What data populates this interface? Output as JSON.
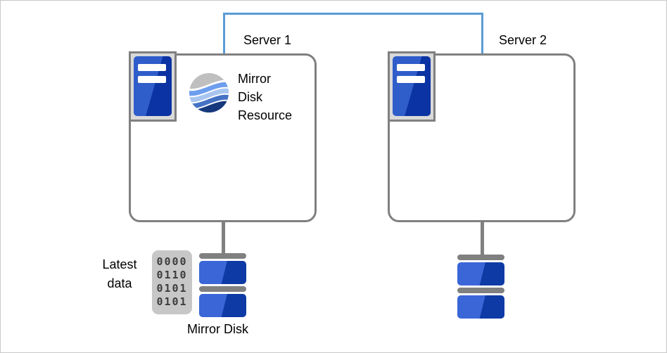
{
  "servers": [
    {
      "label": "Server 1"
    },
    {
      "label": "Server 2"
    }
  ],
  "mirror_disk_resource": {
    "lines": [
      "Mirror",
      "Disk",
      "Resource"
    ]
  },
  "latest_data": {
    "lines": [
      "Latest",
      "data"
    ]
  },
  "binary_block": {
    "rows": [
      "0000",
      "0110",
      "0101",
      "0101"
    ]
  },
  "mirror_disk_label": "Mirror Disk",
  "colors": {
    "interconnect_blue": "#5b9bd5",
    "box_border_gray": "#808080",
    "icon_bg_gray": "#d9d9d9",
    "disk_light_blue": "#3b66d8",
    "disk_dark_blue": "#0e3aa5",
    "binary_bg": "#c7c7c7",
    "wave_gray": "#bfbfbf",
    "wave_blue_medium": "#6d9eee",
    "wave_blue_light": "#a8c5f0",
    "wave_blue": "#4472c4",
    "wave_navy": "#16387c"
  }
}
